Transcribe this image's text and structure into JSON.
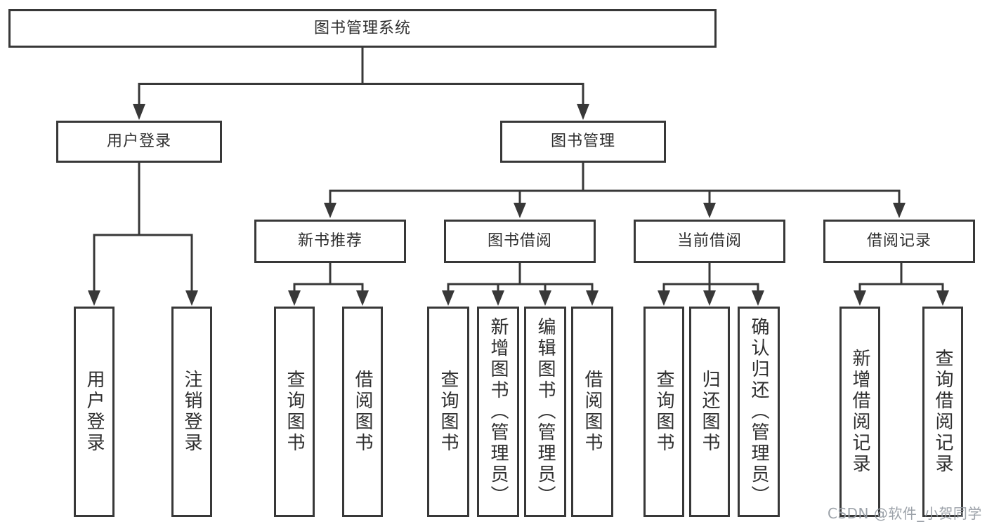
{
  "tree": {
    "root": {
      "label": "图书管理系统"
    },
    "branches": [
      {
        "label": "用户登录",
        "children": [
          {
            "label": "用户登录"
          },
          {
            "label": "注销登录"
          }
        ]
      },
      {
        "label": "图书管理",
        "children": [
          {
            "label": "新书推荐",
            "children": [
              {
                "label": "查询图书"
              },
              {
                "label": "借阅图书"
              }
            ]
          },
          {
            "label": "图书借阅",
            "children": [
              {
                "label": "查询图书"
              },
              {
                "label": "新增图书（管理员）"
              },
              {
                "label": "编辑图书（管理员）"
              },
              {
                "label": "借阅图书"
              }
            ]
          },
          {
            "label": "当前借阅",
            "children": [
              {
                "label": "查询图书"
              },
              {
                "label": "归还图书"
              },
              {
                "label": "确认归还（管理员）"
              }
            ]
          },
          {
            "label": "借阅记录",
            "children": [
              {
                "label": "新增借阅记录"
              },
              {
                "label": "查询借阅记录"
              }
            ]
          }
        ]
      }
    ]
  },
  "watermark": {
    "text": "CSDN @软件_小贺同学"
  },
  "colors": {
    "line": "#383838",
    "box_border": "#383838",
    "text": "#2f2f2f",
    "background": "#ffffff",
    "watermark": "#949aa2"
  }
}
